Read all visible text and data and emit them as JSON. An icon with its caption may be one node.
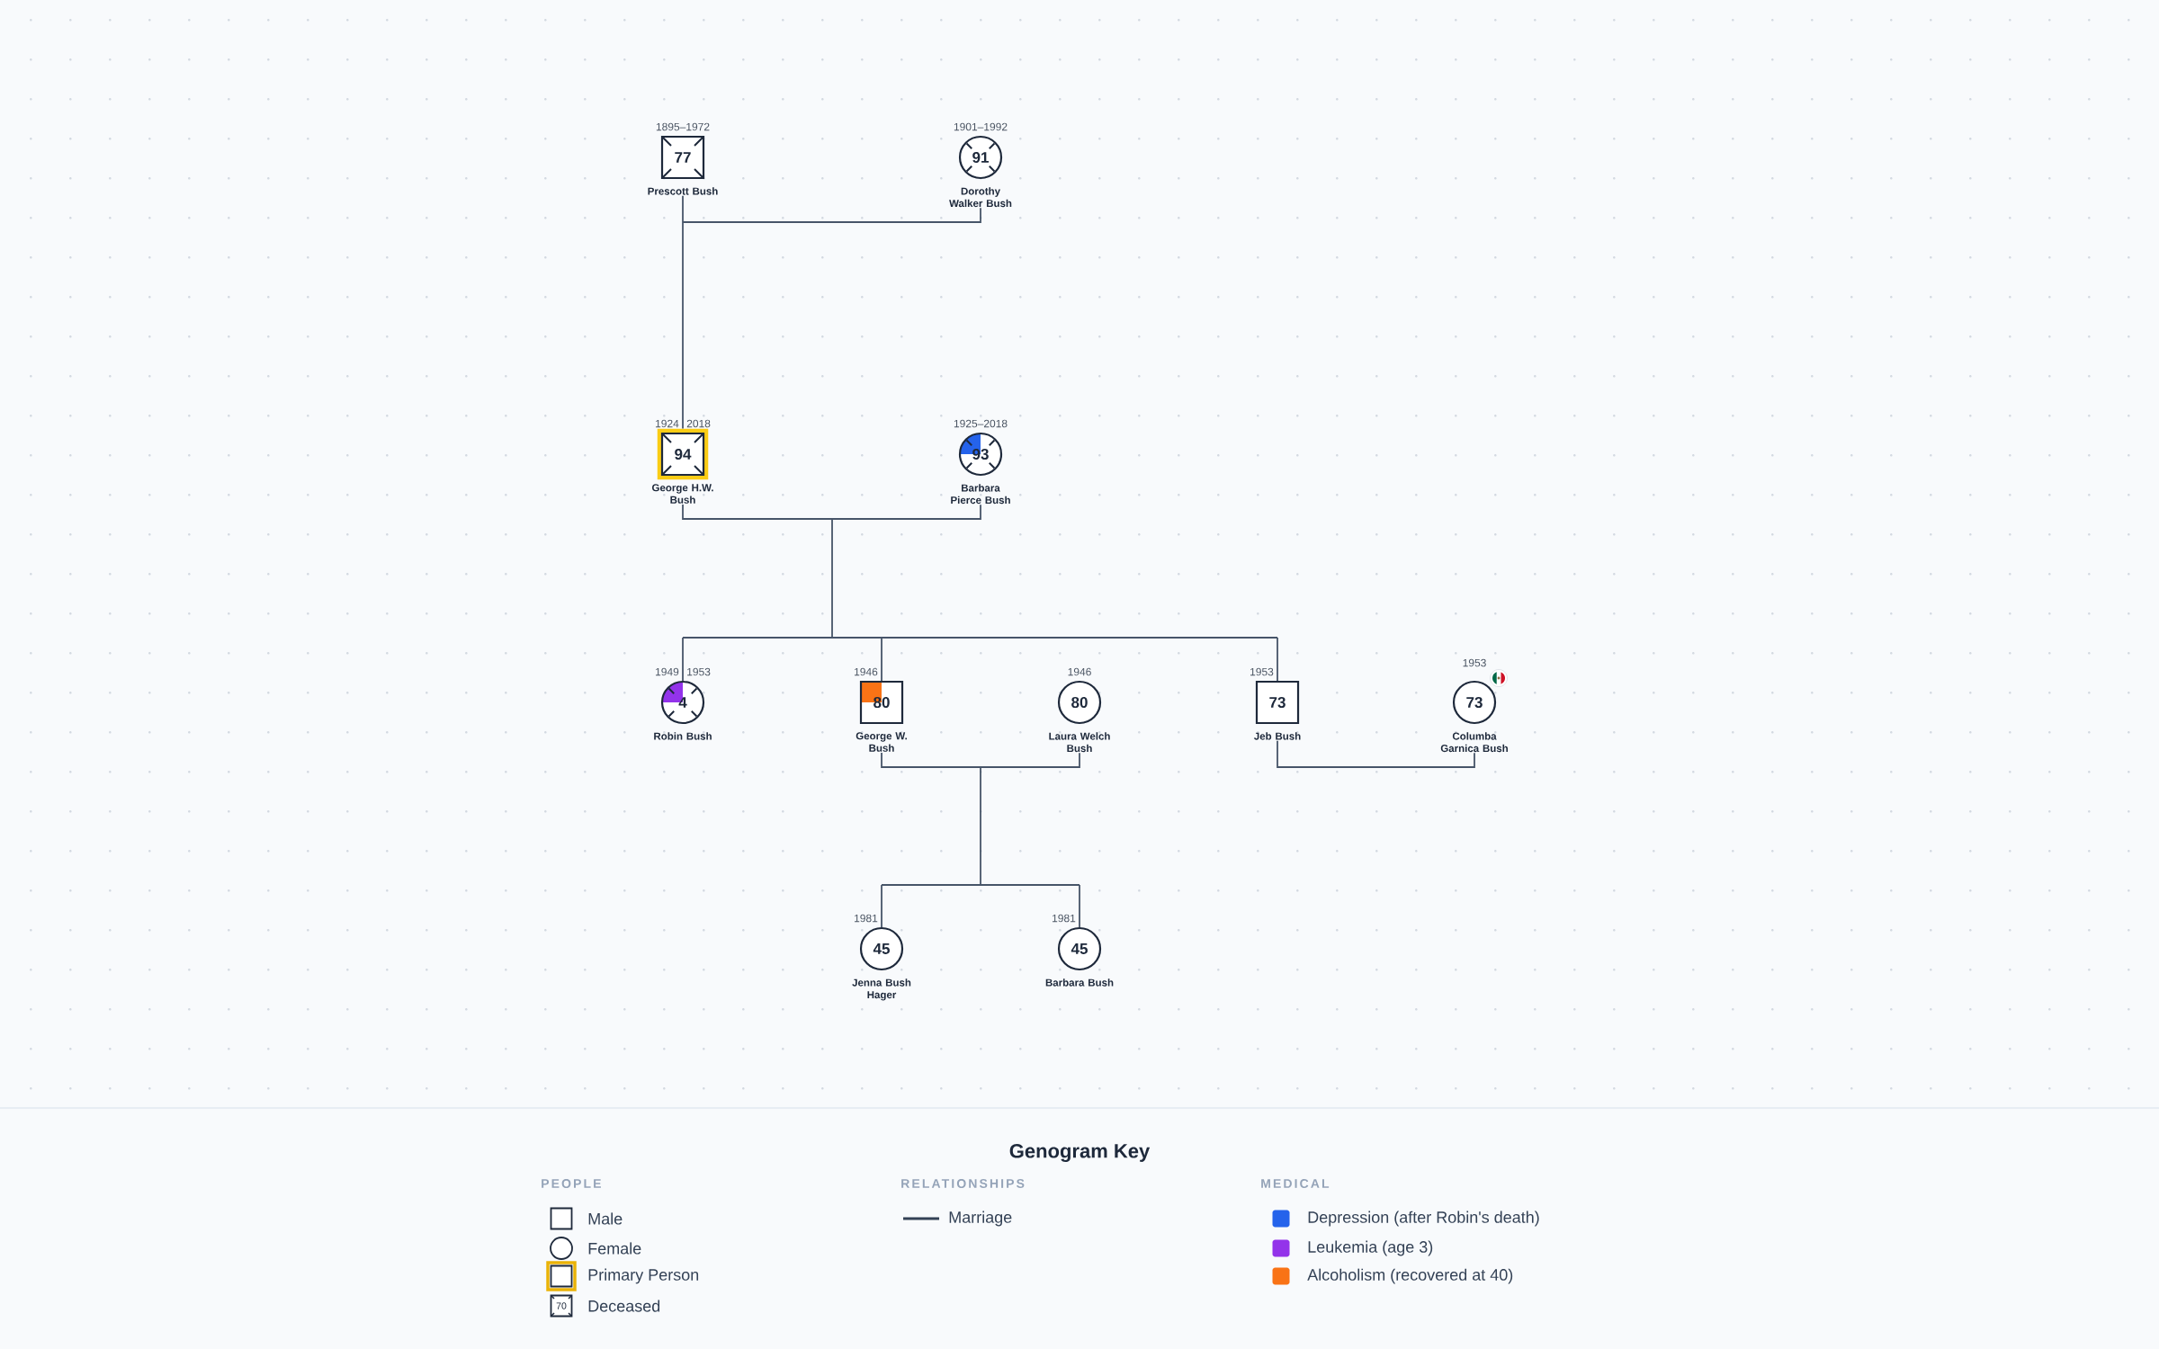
{
  "diagram": {
    "nodes": [
      {
        "text": [
          "77",
          "Prescott Bush"
        ],
        "beside": [
          "1895–1972"
        ]
      },
      {
        "text": [
          "91",
          "Dorothy Walker Bush"
        ],
        "beside": [
          "1901–1992"
        ]
      },
      {
        "text": [
          "94",
          "George H.W. Bush"
        ],
        "beside": [
          "1924",
          "2018"
        ]
      },
      {
        "text": [
          "93",
          "Barbara Pierce Bush"
        ],
        "beside": [
          "1925–2018"
        ]
      },
      {
        "text": [
          "4",
          "Robin Bush"
        ],
        "beside": [
          "1949",
          "1953"
        ]
      },
      {
        "text": [
          "80",
          "George W. Bush"
        ],
        "beside": [
          "1946"
        ]
      },
      {
        "text": [
          "80",
          "Laura Welch Bush"
        ],
        "beside": [
          "1946"
        ]
      },
      {
        "text": [
          "73",
          "Jeb Bush"
        ],
        "beside": [
          "1953"
        ]
      },
      {
        "text": [
          "73",
          "Columba Garnica Bush"
        ],
        "beside": [
          "1953"
        ]
      },
      {
        "text": [
          "45",
          "Jenna Bush Hager"
        ],
        "beside": [
          "1981"
        ]
      },
      {
        "text": [
          "45",
          "Barbara Bush"
        ],
        "beside": [
          "1981"
        ]
      }
    ],
    "edges": [
      {
        "from": 0,
        "to": 1,
        "arrow": "none"
      },
      {
        "from": 0,
        "to": 2,
        "arrow": "none"
      },
      {
        "from": 1,
        "to": 2,
        "arrow": "none"
      },
      {
        "from": 2,
        "to": 3,
        "arrow": "none"
      },
      {
        "from": 2,
        "to": 4,
        "arrow": "none"
      },
      {
        "from": 3,
        "to": 4,
        "arrow": "none"
      },
      {
        "from": 2,
        "to": 5,
        "arrow": "none"
      },
      {
        "from": 3,
        "to": 5,
        "arrow": "none"
      },
      {
        "from": 2,
        "to": 7,
        "arrow": "none"
      },
      {
        "from": 3,
        "to": 7,
        "arrow": "none"
      },
      {
        "from": 5,
        "to": 6,
        "arrow": "none"
      },
      {
        "from": 7,
        "to": 8,
        "arrow": "none"
      },
      {
        "from": 5,
        "to": 9,
        "arrow": "none"
      },
      {
        "from": 6,
        "to": 9,
        "arrow": "none"
      },
      {
        "from": 5,
        "to": 10,
        "arrow": "none"
      },
      {
        "from": 6,
        "to": 10,
        "arrow": "none"
      }
    ],
    "labels": [
      "Genogram Key",
      "PEOPLE",
      "RELATIONSHIPS",
      "MEDICAL",
      "70"
    ],
    "legend": [
      {
        "text": "Male"
      },
      {
        "text": "Female"
      },
      {
        "text": "Primary Person"
      },
      {
        "text": "Deceased"
      },
      {
        "text": "Marriage"
      },
      {
        "text": "Depression (after Robin's death)",
        "color": "#2563eb"
      },
      {
        "text": "Leukemia (age 3)",
        "color": "#9333ea"
      },
      {
        "text": "Alcoholism (recovered at 40)",
        "color": "#f97316"
      }
    ]
  }
}
